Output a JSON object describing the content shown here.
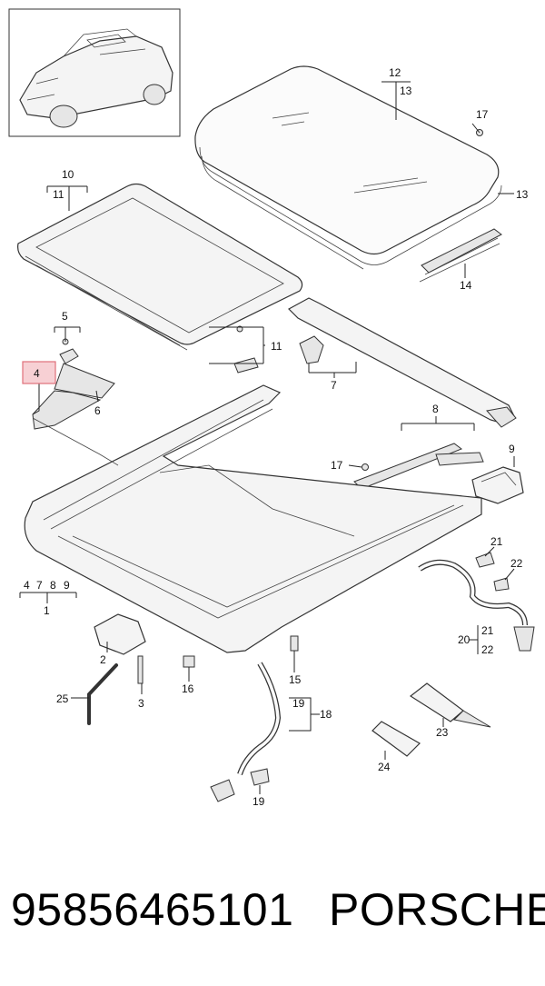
{
  "callouts": {
    "c1": "1",
    "c2": "2",
    "c3": "3",
    "c4": "4",
    "c4b": "4",
    "c5": "5",
    "c6": "6",
    "c7": "7",
    "c7b": "7",
    "c8": "8",
    "c8b": "8",
    "c9": "9",
    "c9b": "9",
    "c10": "10",
    "c11": "11",
    "c11b": "11",
    "c12": "12",
    "c13": "13",
    "c13b": "13",
    "c14": "14",
    "c15": "15",
    "c16": "16",
    "c17": "17",
    "c17b": "17",
    "c18": "18",
    "c19": "19",
    "c19b": "19",
    "c20": "20",
    "c21": "21",
    "c21b": "21",
    "c22": "22",
    "c22b": "22",
    "c23": "23",
    "c24": "24",
    "c25": "25"
  },
  "footer": {
    "part_number": "95856465101",
    "brand": "PORSCHE"
  },
  "colors": {
    "highlight_border": "#e0707a",
    "highlight_fill": "#f7d0d4",
    "line": "#222222"
  }
}
